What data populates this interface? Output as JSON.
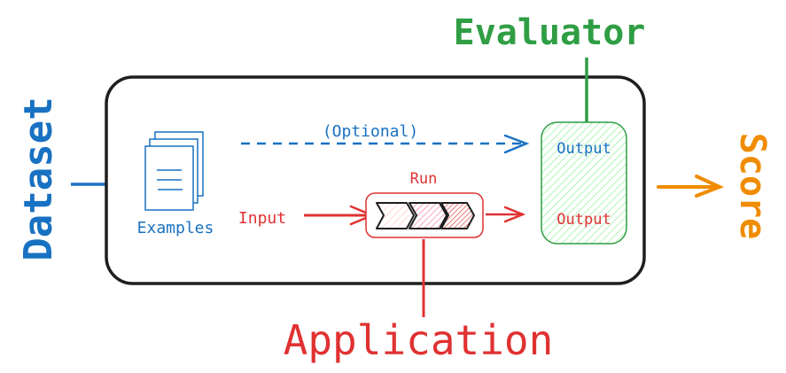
{
  "labels": {
    "dataset": "Dataset",
    "evaluator": "Evaluator",
    "score": "Score",
    "application": "Application",
    "examples": "Examples",
    "optional": "(Optional)",
    "run": "Run",
    "input": "Input",
    "output_reference": "Output",
    "output_app": "Output"
  },
  "colors": {
    "dataset": "#1971c2",
    "application": "#e03131",
    "evaluator": "#2f9e44",
    "score": "#f08c00",
    "outline": "#1e1e1e"
  }
}
